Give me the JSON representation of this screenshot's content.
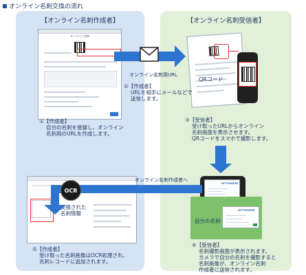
{
  "heading": "オンライン名刺交換の流れ",
  "left_panel": {
    "title": "【オンライン名刺作成者】",
    "window_title": "オンライン名刺",
    "step1_label": "①【作成者】",
    "step1_lines": [
      "自分の名刺を登録し、オンライン",
      "名刺用のURLを作成します。"
    ],
    "step5_label": "⑤【作成者】",
    "step5_lines": [
      "受け取った名刺画像はOCR処理され、",
      "名刺レコードに追加されます。"
    ],
    "ocr_badge": "OCR",
    "converted_label_lines": [
      "交換された",
      "名刺情報"
    ]
  },
  "right_panel": {
    "title": "【オンライン名刺受信者】",
    "qr_label": "QRコード",
    "step3_label": "③【受信者】",
    "step3_lines": [
      "受け取ったURLからオンライン",
      "名刺画面を表示させます。",
      "QRコードをスマホで撮影します。"
    ],
    "step4_label": "④【受信者】",
    "step4_lines": [
      "名刺撮影画面が表示されます。",
      "カメラで自分の名刺を撮影すると",
      "名刺画像が、オンライン名刺",
      "作成者に送信されます。"
    ],
    "own_card_label": "自分の名刺",
    "brand": "NITTOPAPER"
  },
  "arrows": {
    "url_label": "オンライン名刺用URL",
    "step2_label": "②【作成者】",
    "step2_lines": [
      "URLを相手にメールなどで",
      "送信します。"
    ],
    "to_creator_label": "オンライン名刺作成者へ"
  },
  "colors": {
    "accent_blue": "#2e75d1",
    "left_bg": "#d6e3f5",
    "right_bg": "#e2efd9",
    "highlight_red": "#e03030"
  }
}
